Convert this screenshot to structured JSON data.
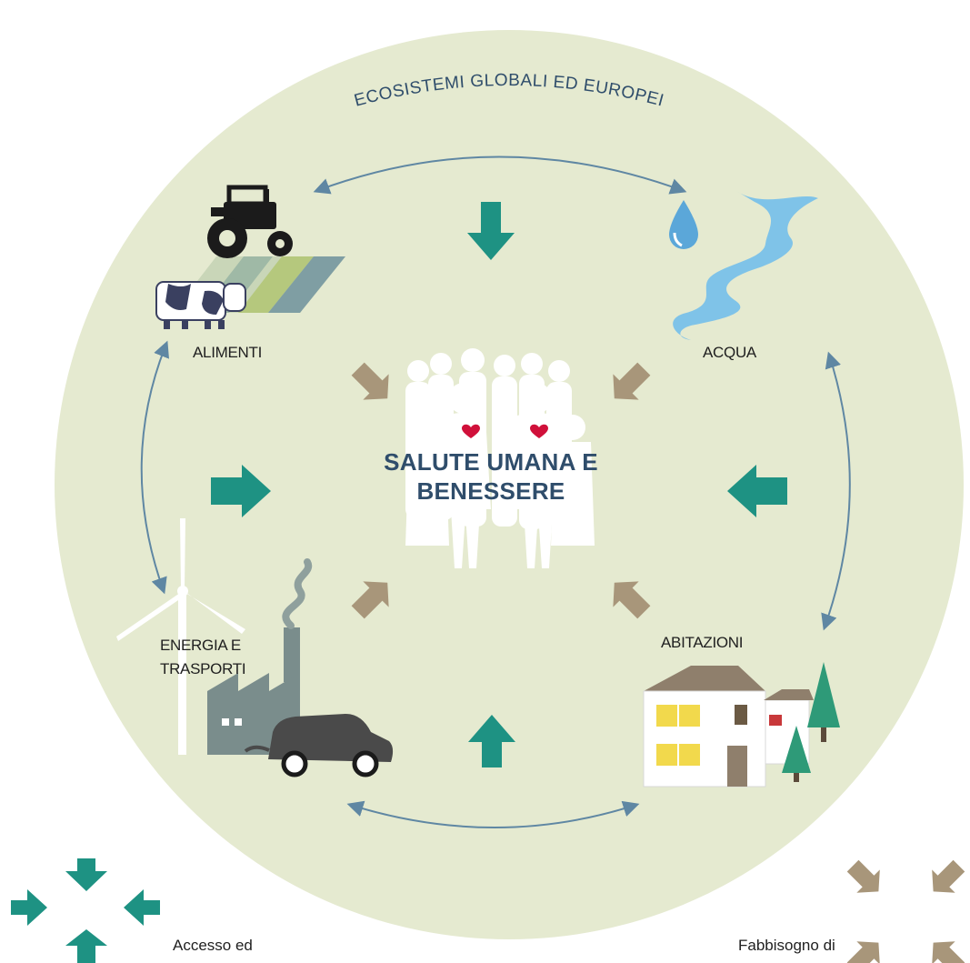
{
  "diagram": {
    "ring_label": "ECOSISTEMI GLOBALI ED EUROPEI",
    "center": {
      "line1": "SALUTE UMANA E",
      "line2": "BENESSERE"
    },
    "nodes": {
      "food": "ALIMENTI",
      "water": "ACQUA",
      "energy": {
        "line1": "ENERGIA E",
        "line2": "TRASPORTI"
      },
      "housing": "ABITAZIONI"
    },
    "legend": {
      "left": "Accesso ed",
      "right": "Fabbisogno di"
    },
    "colors": {
      "circle": "#e5ead0",
      "teal_arrow": "#1e9283",
      "tan_arrow": "#a8967a",
      "connector": "#5f87a3",
      "center_text": "#2f4d6b",
      "heart": "#d0103a"
    }
  }
}
